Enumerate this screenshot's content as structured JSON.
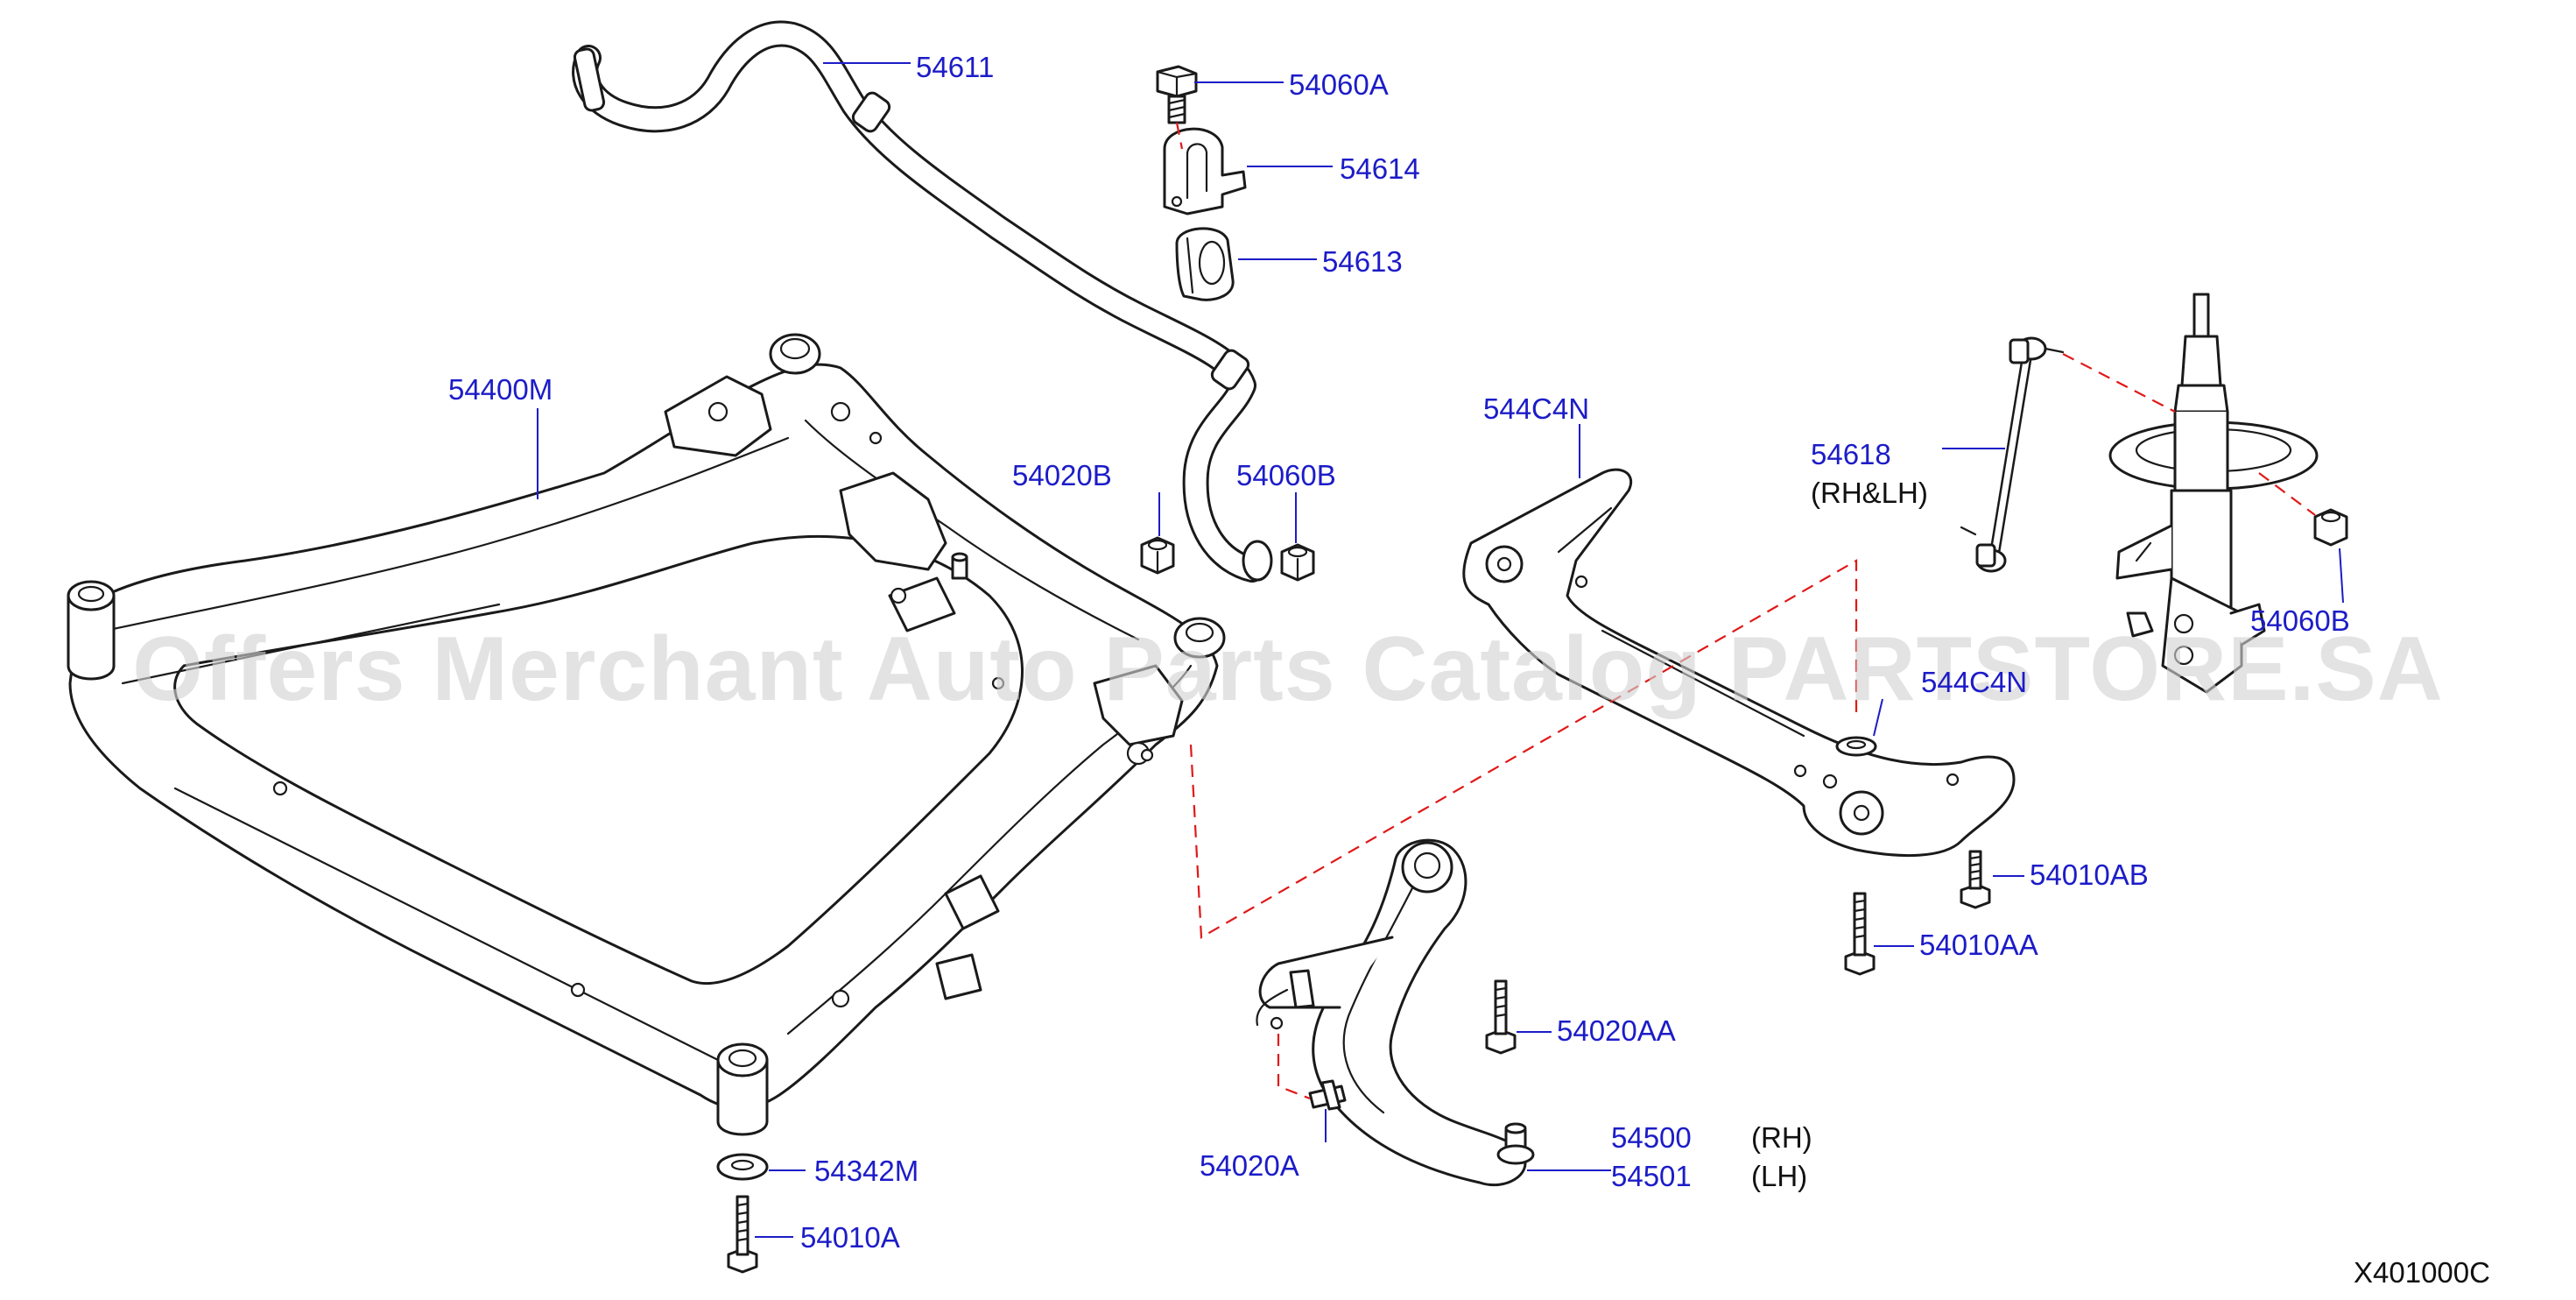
{
  "colors": {
    "callout": "#1c1cc8",
    "line_art": "#1a1a1a",
    "dash": "#e01818",
    "watermark": "#d2d2d2"
  },
  "watermark": "Offers Merchant Auto Parts Catalog PARTSTORE.SA",
  "diagram_code": "X401000C",
  "labels": {
    "p54611": "54611",
    "p54060A": "54060A",
    "p54614": "54614",
    "p54613": "54613",
    "p54400M": "54400M",
    "p544C4N": "544C4N",
    "p54618": "54618",
    "p54618_note": "(RH&LH)",
    "p54020B": "54020B",
    "p54060B_a": "54060B",
    "p54060B_b": "54060B",
    "p544C4N_b": "544C4N",
    "p54010AB": "54010AB",
    "p54010AA": "54010AA",
    "p54020AA": "54020AA",
    "p54500": "54500",
    "p54500_note": "(RH)",
    "p54501": "54501",
    "p54501_note": "(LH)",
    "p54020A": "54020A",
    "p54342M": "54342M",
    "p54010A": "54010A"
  }
}
